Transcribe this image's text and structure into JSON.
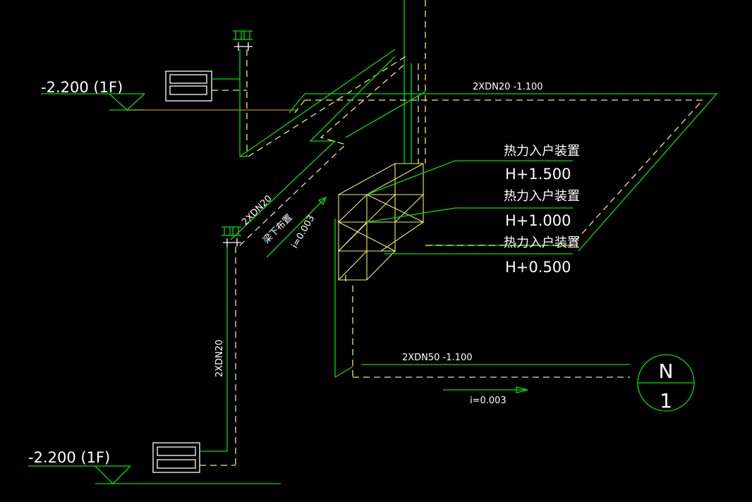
{
  "elevations": {
    "top": "-2.200 (1F)",
    "bottom": "-2.200 (1F)"
  },
  "pipes": {
    "top_main": "2XDN20 -1.100",
    "diagonal": "2XDN20",
    "vertical": "2XDN20",
    "bottom_main": "2XDN50 -1.100",
    "beam_note": "梁下布置"
  },
  "slopes": {
    "diagonal": "i=0.003",
    "bottom": "i=0.003"
  },
  "devices": [
    {
      "name": "热力入户装置",
      "height": "H+1.500"
    },
    {
      "name": "热力入户装置",
      "height": "H+1.000"
    },
    {
      "name": "热力入户装置",
      "height": "H+0.500"
    }
  ],
  "north_symbol": {
    "letter": "N",
    "number": "1"
  },
  "colors": {
    "supply": "#00e000",
    "return": "#f0f060",
    "text": "#ffffff",
    "background": "#000000"
  }
}
